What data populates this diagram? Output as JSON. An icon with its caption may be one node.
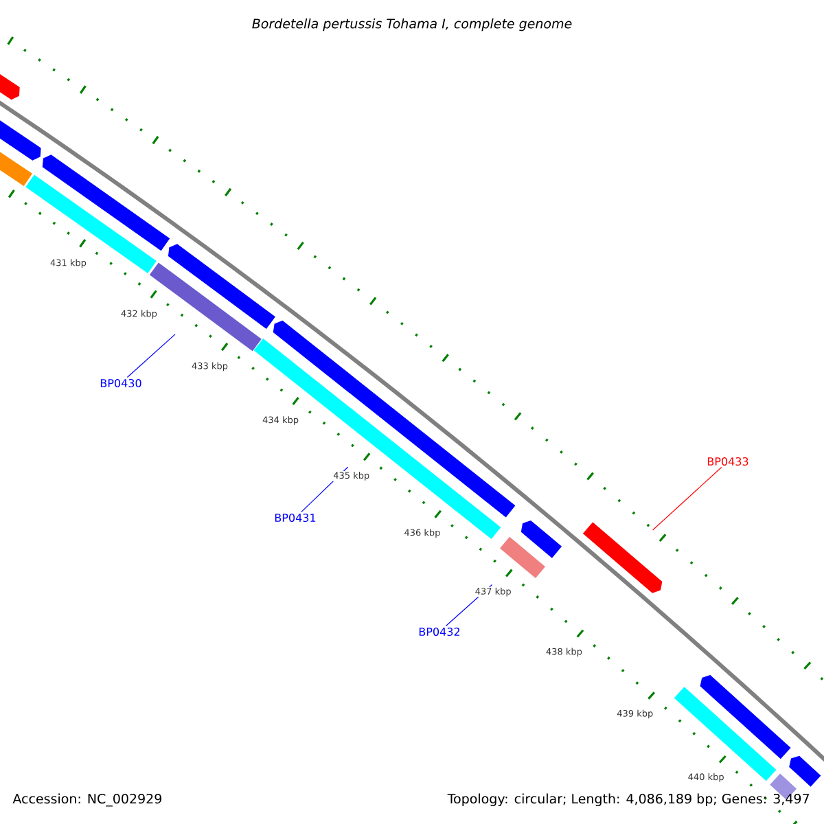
{
  "diagram": {
    "title": "Bordetella pertussis Tohama I, complete genome",
    "nodes": [
      {
        "text": [],
        "shape": "bar"
      },
      {
        "text": [],
        "shape": "bar"
      },
      {
        "text": [],
        "shape": "bar"
      },
      {
        "text": [],
        "shape": "bar"
      },
      {
        "text": [],
        "shape": "bar"
      },
      {
        "text": [],
        "shape": "bar"
      },
      {
        "text": [],
        "shape": "bar"
      },
      {
        "text": [],
        "shape": "bar"
      },
      {
        "text": [],
        "shape": "bar"
      },
      {
        "text": [],
        "shape": "bar"
      },
      {
        "text": [],
        "shape": "bar"
      },
      {
        "text": [],
        "shape": "bar"
      },
      {
        "text": [],
        "shape": "bar"
      },
      {
        "text": [],
        "shape": "bar"
      },
      {
        "text": [],
        "shape": "bar"
      },
      {
        "text": [],
        "shape": "bar"
      },
      {
        "text": [
          "BP0430"
        ]
      },
      {
        "text": [
          "BP0431"
        ]
      },
      {
        "text": [
          "BP0432"
        ]
      },
      {
        "text": [
          "BP0433"
        ]
      }
    ],
    "edges": [
      {
        "from": 16,
        "to": 6,
        "arrow": "none"
      },
      {
        "from": 17,
        "to": 8,
        "arrow": "none"
      },
      {
        "from": 18,
        "to": 10,
        "arrow": "none"
      },
      {
        "from": 19,
        "to": 11,
        "arrow": "none",
        "color": "#ff0000"
      }
    ],
    "labels": [
      "431 kbp",
      "432 kbp",
      "433 kbp",
      "434 kbp",
      "435 kbp",
      "436 kbp",
      "437 kbp",
      "438 kbp",
      "439 kbp",
      "440 kbp",
      "Accession: NC_002929",
      "Topology: circular; Length: 4,086,189 bp; Genes: 3,497"
    ]
  }
}
